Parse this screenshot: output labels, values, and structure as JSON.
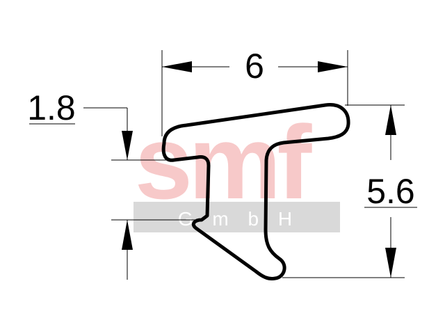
{
  "watermark": {
    "logo_text": "smf",
    "sub_text": "G m b H",
    "logo_color": "#f7c9c9",
    "band_color": "#d9d9d9",
    "sub_color": "#ffffff"
  },
  "dimensions": {
    "width_label": "6",
    "height_label": "5.6",
    "lip_label": "1.8"
  },
  "colors": {
    "line": "#000000",
    "profile": "#000000"
  }
}
